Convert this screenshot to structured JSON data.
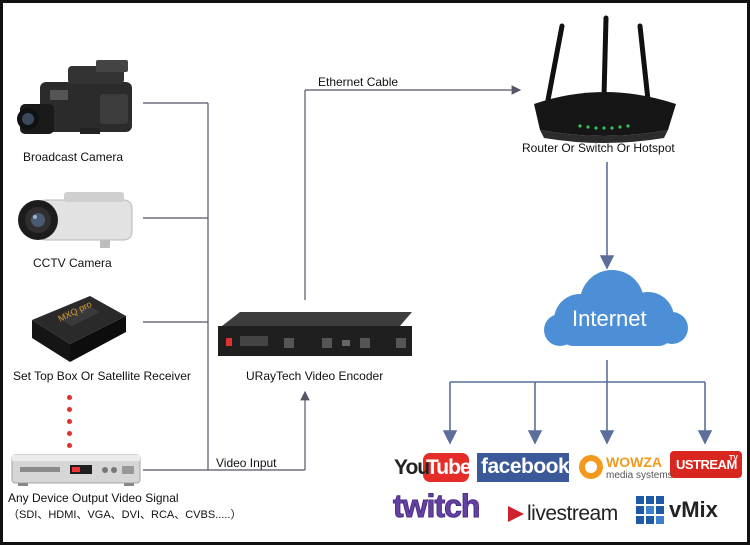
{
  "devices": {
    "broadcast_camera": "Broadcast Camera",
    "cctv_camera": "CCTV Camera",
    "set_top_box": "Set Top Box Or Satellite Receiver",
    "any_device_line1": "Any Device Output Video Signal",
    "any_device_line2": "（SDI、HDMI、VGA、DVI、RCA、CVBS.....）"
  },
  "connections": {
    "ethernet_cable": "Ethernet Cable",
    "video_input": "Video Input"
  },
  "encoder": {
    "label": "URayTech Video Encoder"
  },
  "router": {
    "label": "Router Or Switch Or Hotspot"
  },
  "internet": {
    "label": "Internet"
  },
  "platforms": {
    "youtube_you": "You",
    "youtube_tube": "Tube",
    "facebook": "facebook",
    "wowza_name": "WOWZA",
    "wowza_sub": "media systems",
    "ustream": "USTREAM",
    "ustream_tv": "TV",
    "twitch": "twitch",
    "livestream": "livestream",
    "vmix": "vMix"
  },
  "colors": {
    "line": "#555566",
    "arrow_blue": "#5b6f9a",
    "cloud": "#4d8fd6",
    "youtube_red": "#e52d27",
    "facebook_blue": "#3b5998",
    "wowza_orange": "#f39a1e",
    "ustream_red": "#d9271f",
    "twitch_purple": "#6441a5",
    "livestream_red": "#cf202e",
    "vmix_blue": "#1f5aa6"
  }
}
